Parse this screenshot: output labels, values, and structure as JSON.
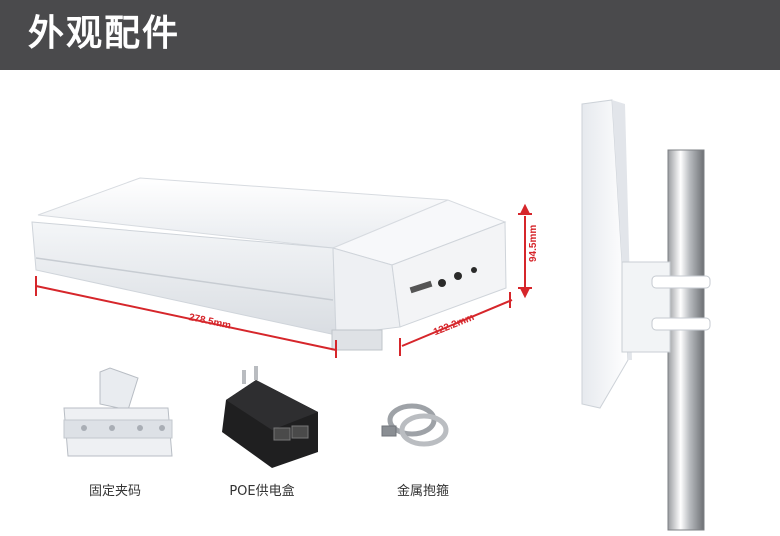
{
  "header": {
    "title": "外观配件"
  },
  "dimensions": {
    "length": "278.5mm",
    "width": "122.2mm",
    "height": "94.5mm"
  },
  "accessories": [
    {
      "label": "固定夹码",
      "icon": "mounting-bracket-icon"
    },
    {
      "label": "POE供电盒",
      "icon": "poe-adapter-icon"
    },
    {
      "label": "金属抱箍",
      "icon": "hose-clamp-icon"
    }
  ],
  "colors": {
    "header_bg": "#4a4a4c",
    "dimension_line": "#d6262b",
    "device_body": "#f1f3f6"
  }
}
